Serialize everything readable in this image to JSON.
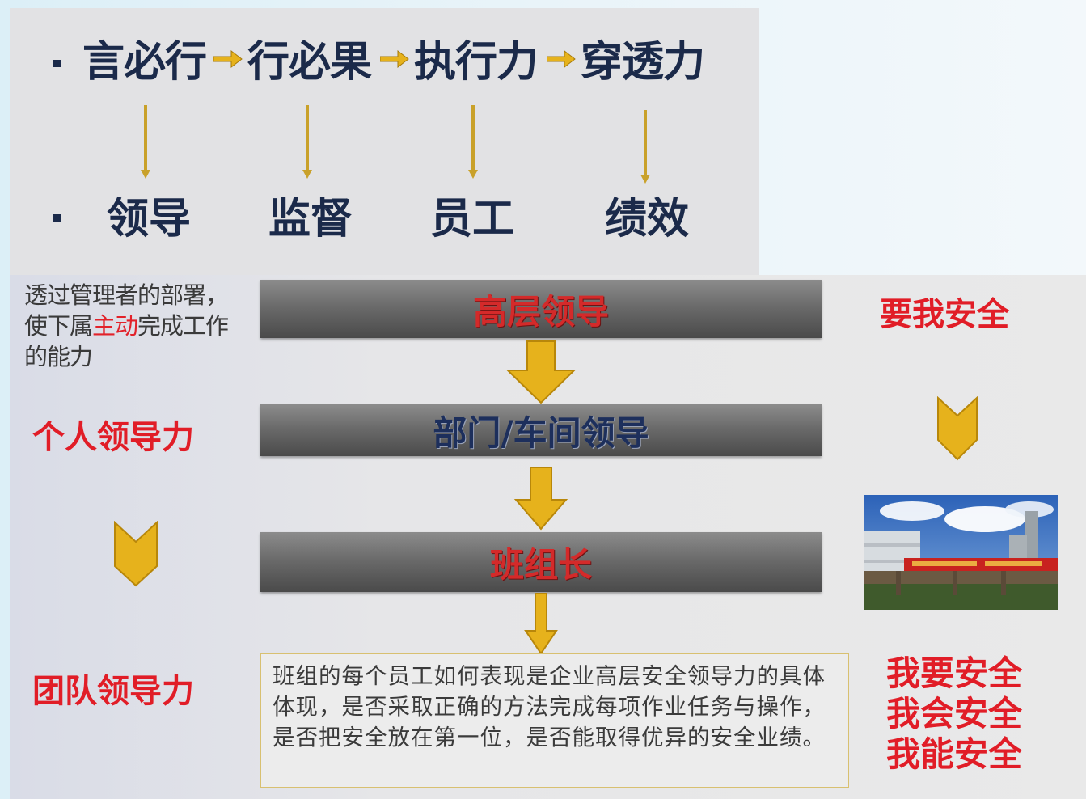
{
  "top": {
    "chain": [
      "言必行",
      "行必果",
      "执行力",
      "穿透力"
    ],
    "roles": [
      "领导",
      "监督",
      "员工",
      "绩效"
    ]
  },
  "left": {
    "description_parts": [
      "透过管理者的部署，使下属",
      "主动",
      "完成工作的能力"
    ],
    "personal_leadership": "个人领导力",
    "team_leadership": "团队领导力"
  },
  "center": {
    "levels": [
      "高层领导",
      "部门/车间领导",
      "班组长"
    ],
    "info_text": "班组的每个员工如何表现是企业高层安全领导力的具体体现，是否采取正确的方法完成每项作业任务与操作，是否把安全放在第一位，是否能取得优异的安全业绩。"
  },
  "right": {
    "top_slogan": "要我安全",
    "slogans": [
      "我要安全",
      "我会安全",
      "我能安全"
    ]
  },
  "colors": {
    "navy": "#1b2a4a",
    "red": "#e11d27",
    "gold": "#e6b21c",
    "bar_gray": "#6b6b6b"
  }
}
